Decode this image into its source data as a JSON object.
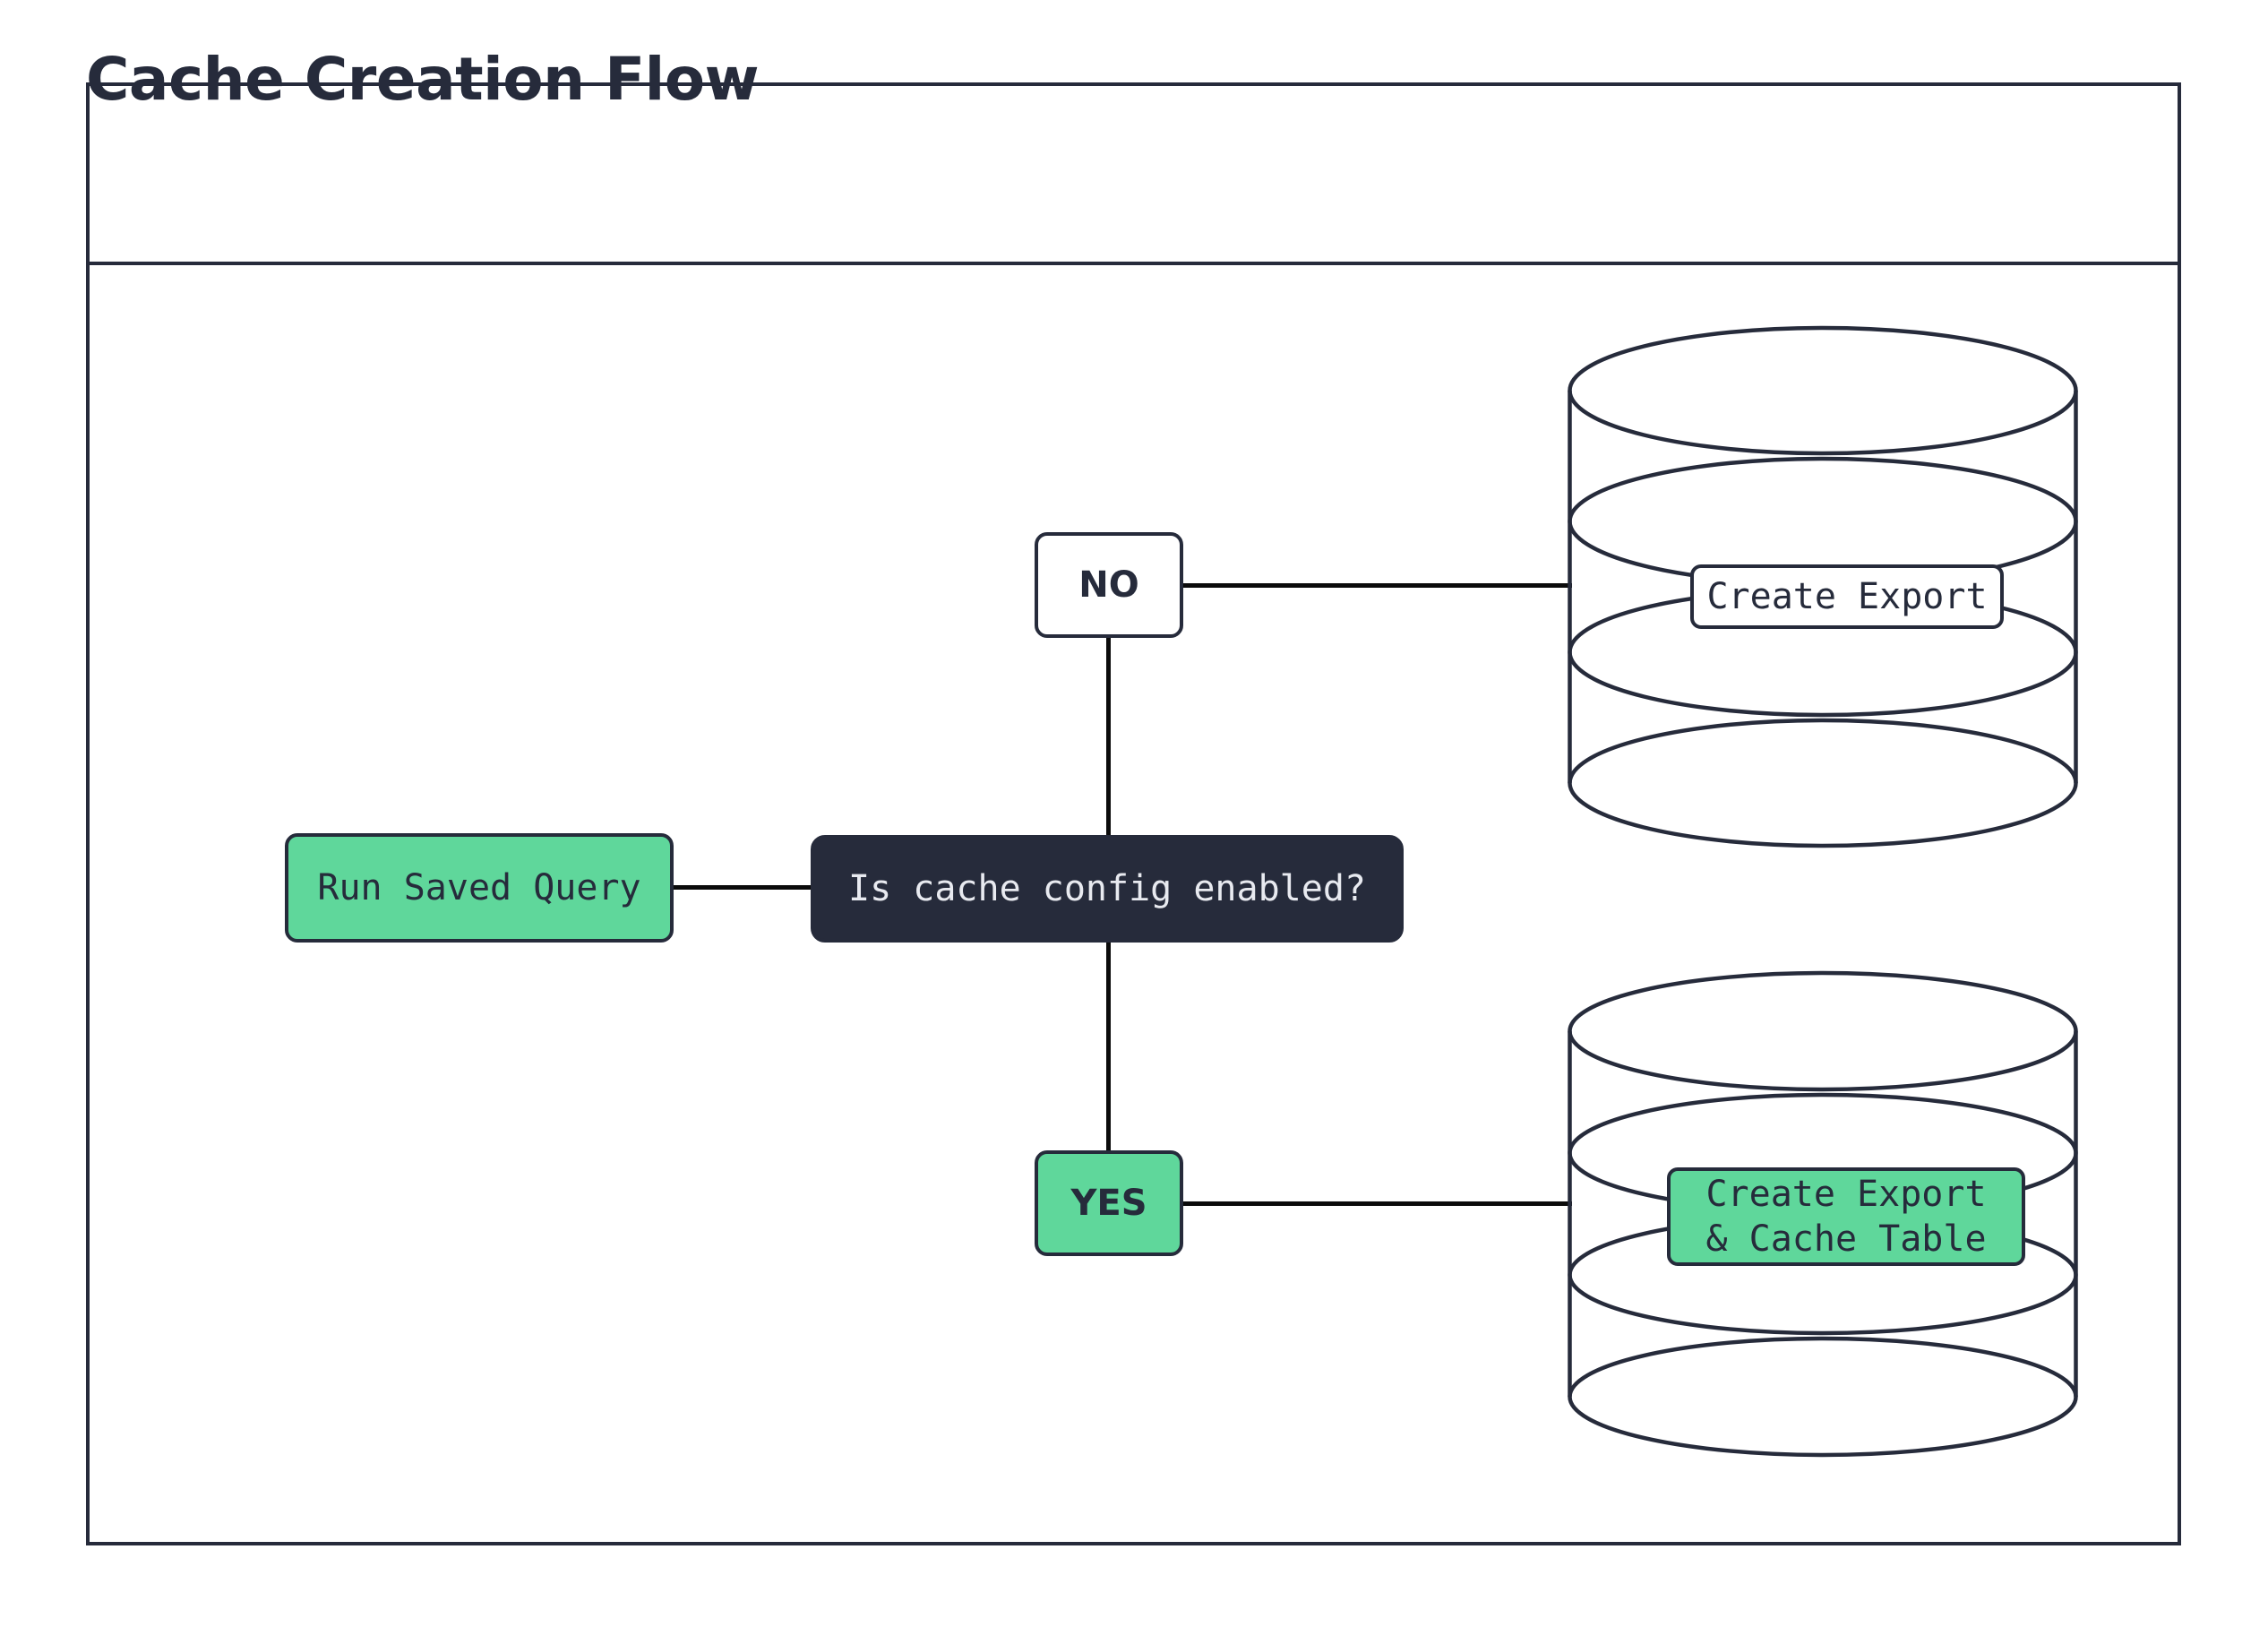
{
  "diagram": {
    "title": "Cache Creation Flow",
    "type": "flowchart",
    "colors": {
      "accent_green": "#5fd79b",
      "dark_navy": "#262b3b",
      "background": "#ffffff",
      "edge": "#0b0b0b"
    },
    "nodes": [
      {
        "id": "run-saved-query",
        "label": "Run Saved Query",
        "shape": "rounded-rect",
        "fill": "#5fd79b",
        "text_color": "#262b3b"
      },
      {
        "id": "decision",
        "label": "Is cache config enabled?",
        "shape": "rounded-rect",
        "fill": "#262b3b",
        "text_color": "#e8eaf0"
      },
      {
        "id": "branch-no",
        "label": "NO",
        "shape": "rounded-rect",
        "fill": "#ffffff",
        "text_color": "#262b3b"
      },
      {
        "id": "branch-yes",
        "label": "YES",
        "shape": "rounded-rect",
        "fill": "#5fd79b",
        "text_color": "#262b3b"
      },
      {
        "id": "database-create-export",
        "label": "Create Export",
        "shape": "database-cylinder",
        "fill": "#ffffff",
        "text_color": "#262b3b"
      },
      {
        "id": "database-create-export-cache-table",
        "label": "Create Export\n& Cache Table",
        "shape": "database-cylinder",
        "fill": "#5fd79b",
        "text_color": "#262b3b"
      }
    ],
    "edges": [
      {
        "from": "run-saved-query",
        "to": "decision",
        "label": ""
      },
      {
        "from": "decision",
        "to": "branch-no",
        "label": ""
      },
      {
        "from": "decision",
        "to": "branch-yes",
        "label": ""
      },
      {
        "from": "branch-no",
        "to": "database-create-export",
        "label": ""
      },
      {
        "from": "branch-yes",
        "to": "database-create-export-cache-table",
        "label": ""
      }
    ]
  }
}
